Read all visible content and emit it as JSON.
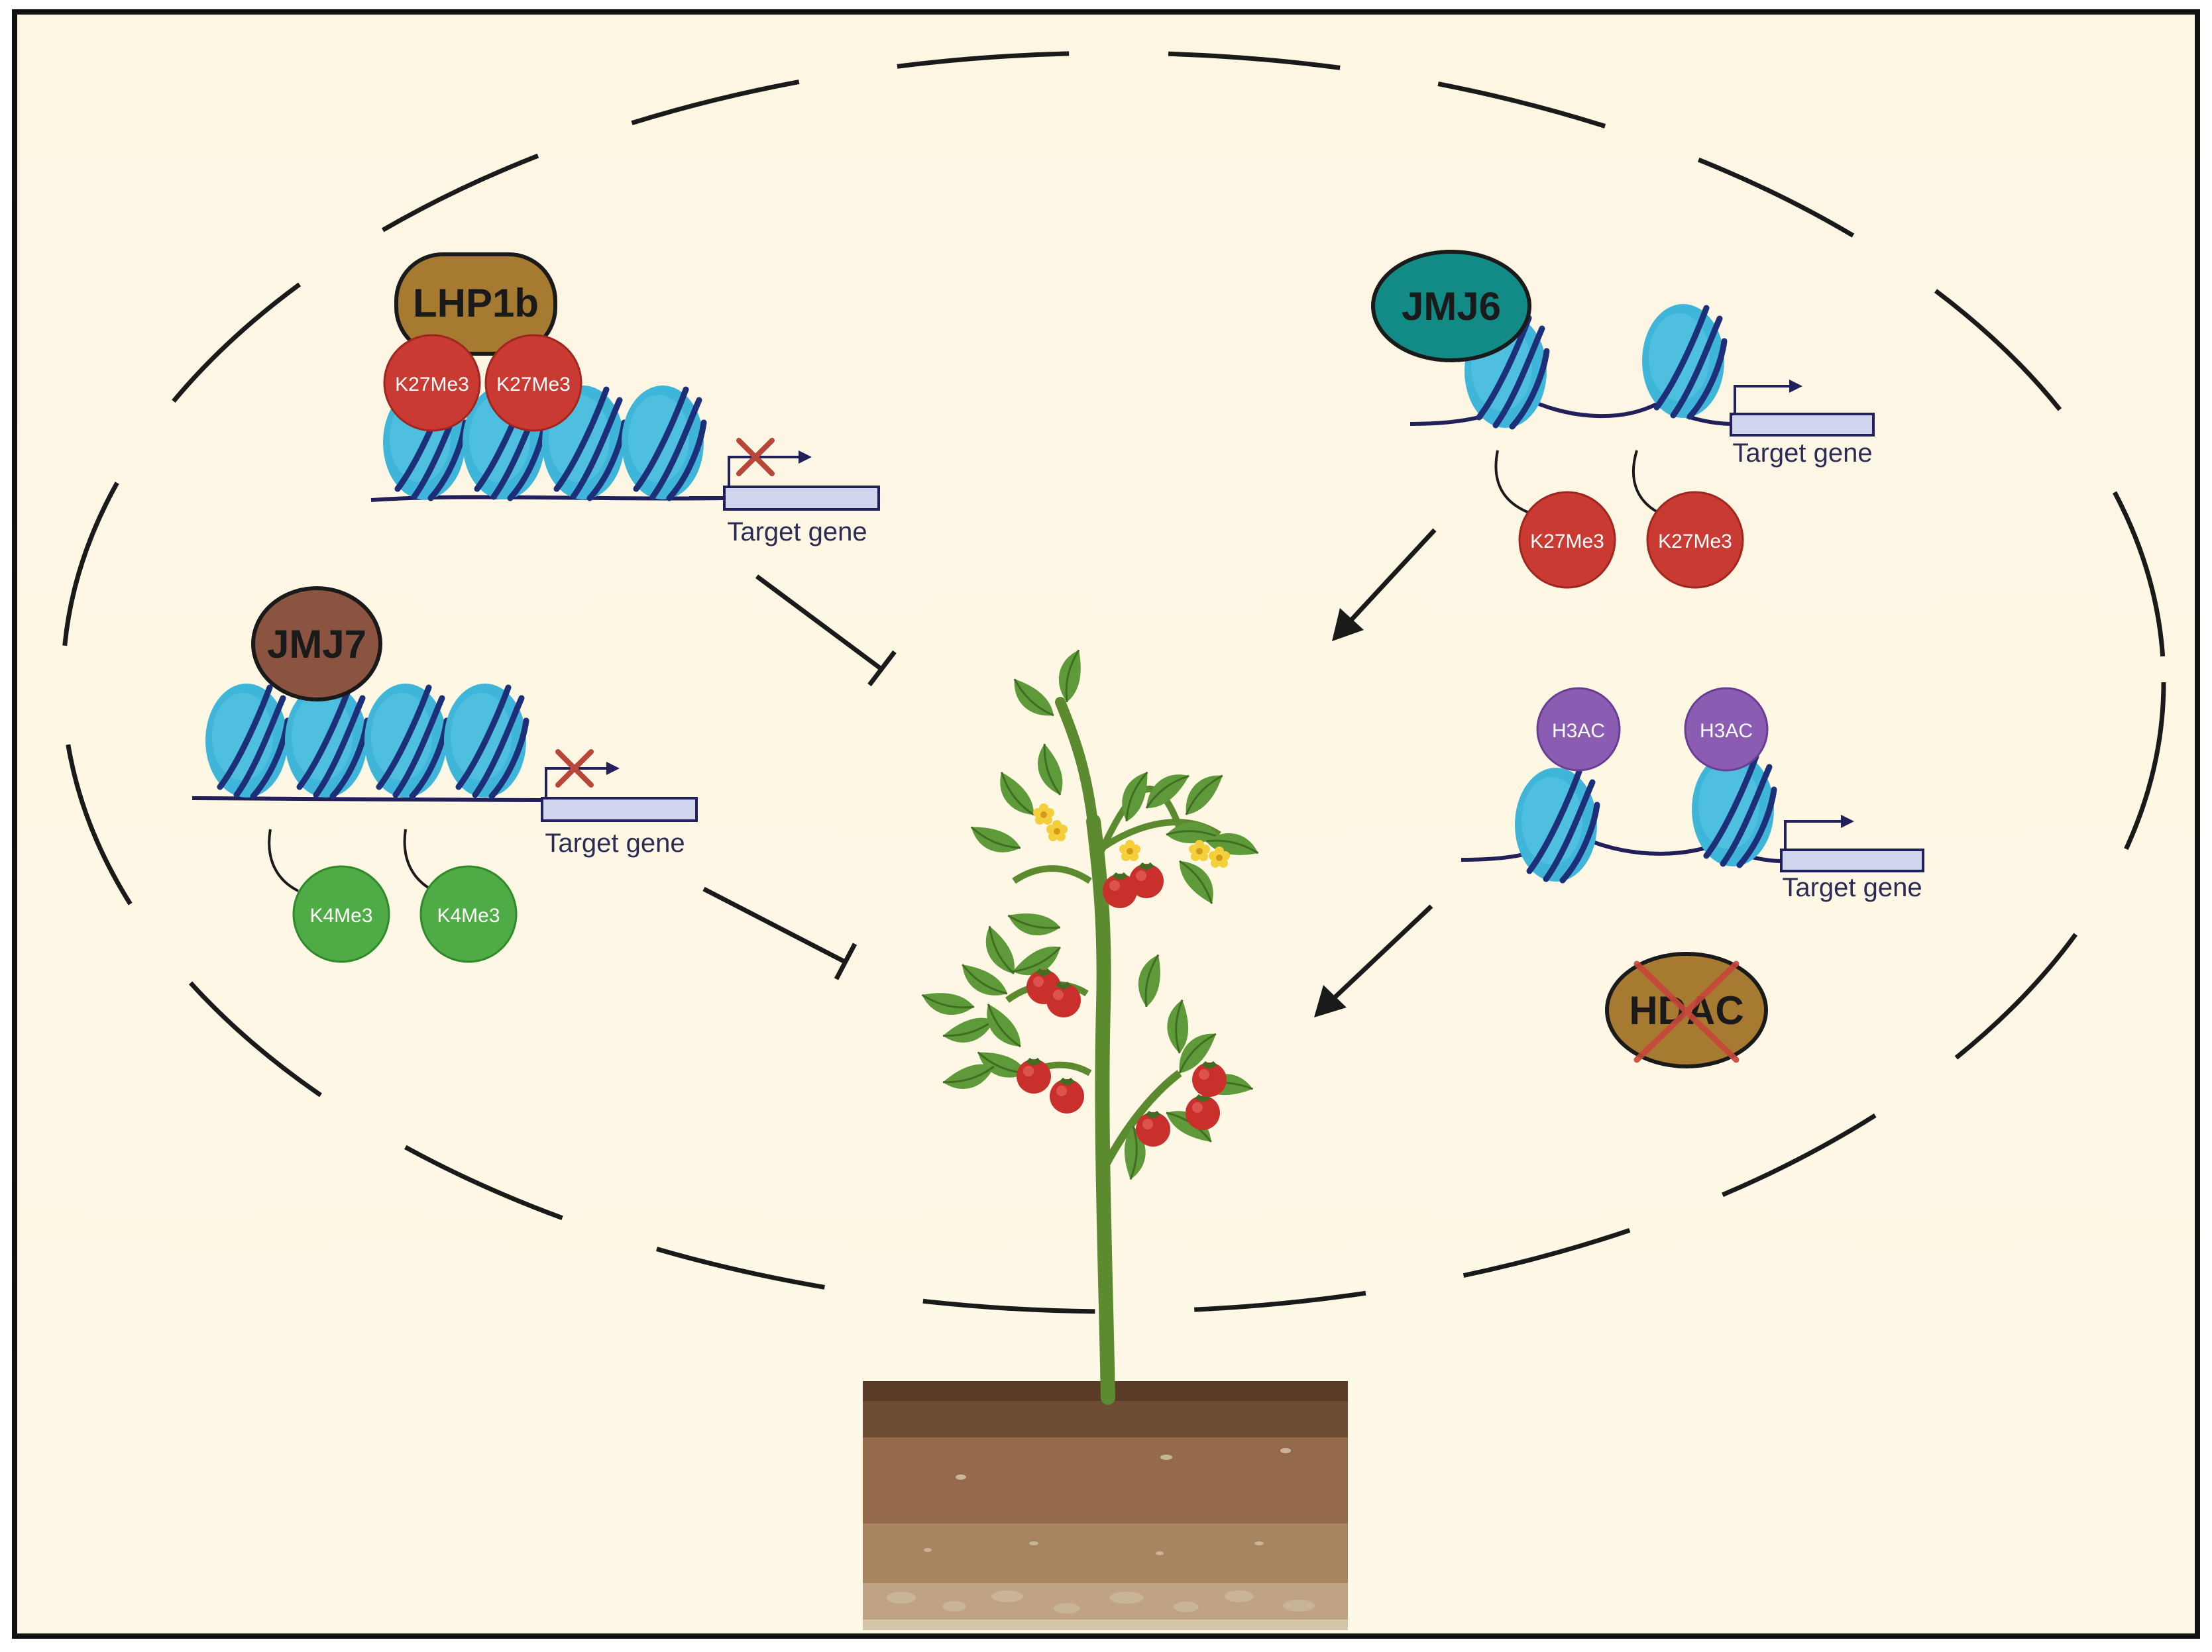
{
  "figure": {
    "background": "#fdf6e3",
    "border_color": "#111111",
    "cell_outline_color": "#1a1a1a"
  },
  "proteins": {
    "lhp1b": {
      "label": "LHP1b",
      "color": "#a67a30"
    },
    "jmj7": {
      "label": "JMJ7",
      "color": "#8a5440"
    },
    "jmj6": {
      "label": "JMJ6",
      "color": "#128a86"
    },
    "hdac": {
      "label": "HDAC",
      "color": "#a67a30"
    }
  },
  "marks": {
    "k27me3": {
      "label": "K27Me3",
      "color": "#c83a32"
    },
    "k4me3": {
      "label": "K4Me3",
      "color": "#4fab45"
    },
    "h3ac": {
      "label": "H3AC",
      "color": "#8a5db3"
    }
  },
  "gene": {
    "label": "Target gene",
    "box_color": "#cfd6ee",
    "nucleosome_color": "#3fb6d9",
    "dna_color": "#22205a"
  },
  "effects": {
    "repressed_symbol_color": "#b8473a",
    "activation_arrow": "arrow",
    "inhibition_arrow": "blunt-end"
  },
  "plant": {
    "name": "tomato plant",
    "stem_color": "#5c8a2e",
    "leaf_color": "#5f9a3a",
    "fruit_color": "#c9302c"
  },
  "soil": {
    "colors": [
      "#6e4d35",
      "#956a4a",
      "#a88461",
      "#bfa383"
    ]
  }
}
